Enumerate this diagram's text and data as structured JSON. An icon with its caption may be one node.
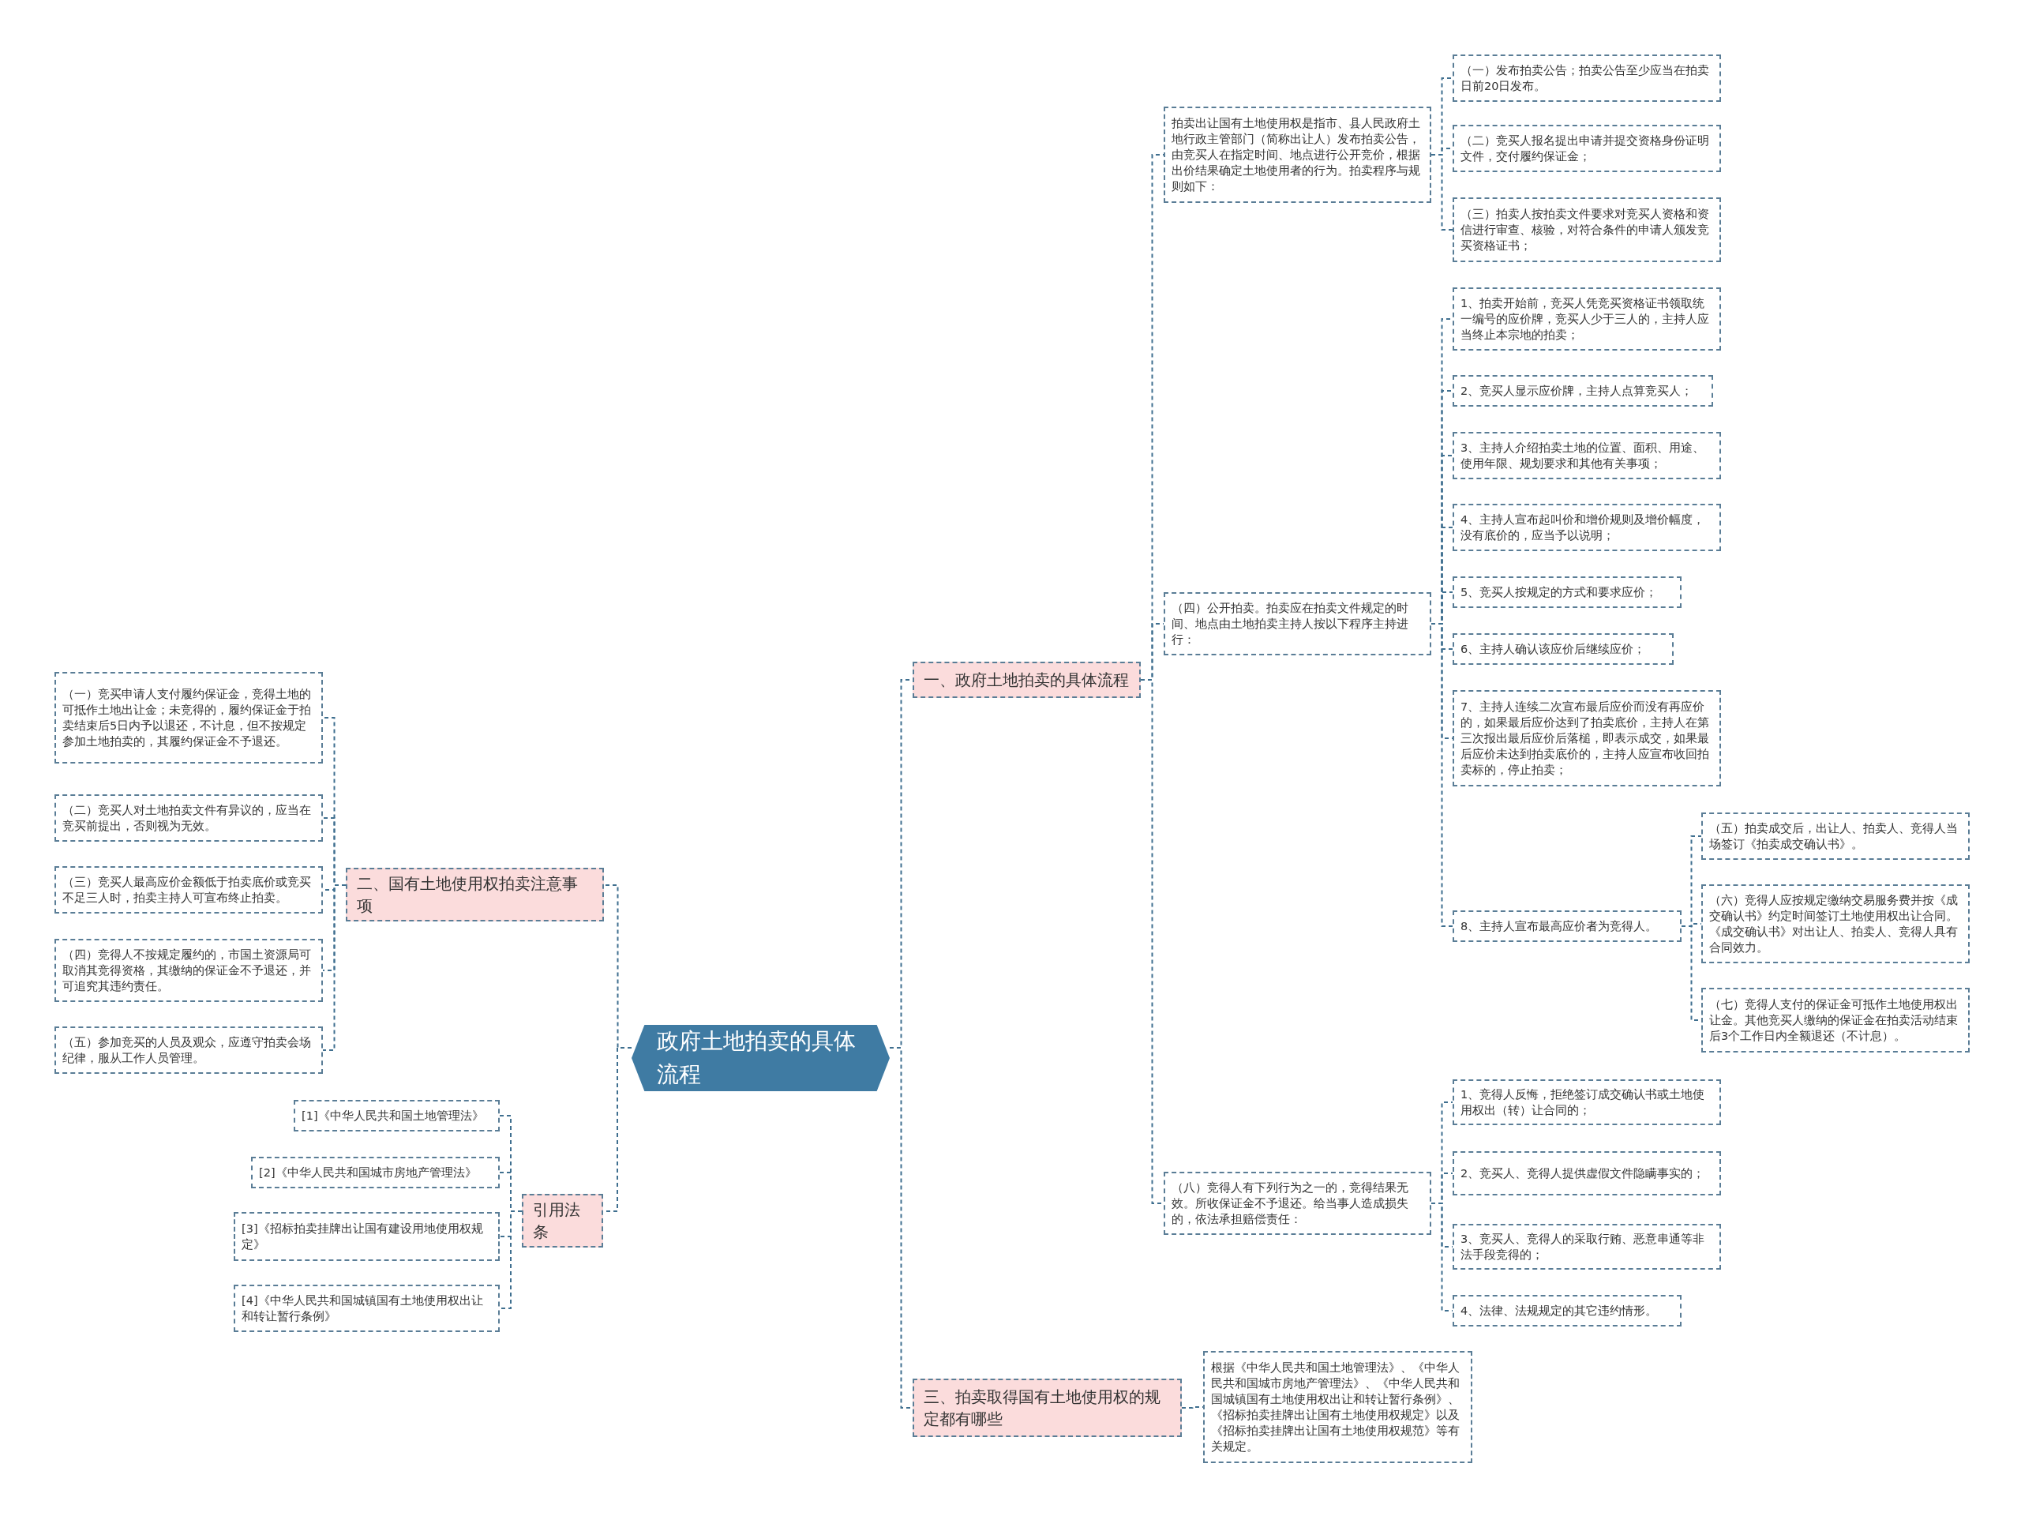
{
  "diagram": {
    "nodes": [
      {
        "text": [
          "政府土地拍卖的具体流程"
        ]
      },
      {
        "text": [
          "一、政府土地拍卖的具体流程"
        ]
      },
      {
        "text": [
          "拍卖出让国有土地使用权是指市、县人民政府土地行政主管部门（简称出让人）发布拍卖公告，由竞买人在指定时间、地点进行公开竞价，根据出价结果确定土地使用者的行为。拍卖程序与规则如下："
        ]
      },
      {
        "text": [
          "（一）发布拍卖公告；拍卖公告至少应当在拍卖日前20日发布。"
        ]
      },
      {
        "text": [
          "（二）竞买人报名提出申请并提交资格身份证明文件，交付履约保证金；"
        ]
      },
      {
        "text": [
          "（三）拍卖人按拍卖文件要求对竞买人资格和资信进行审查、核验，对符合条件的申请人颁发竞买资格证书；"
        ]
      },
      {
        "text": [
          "（四）公开拍卖。拍卖应在拍卖文件规定的时间、地点由土地拍卖主持人按以下程序主持进行："
        ]
      },
      {
        "text": [
          "1、拍卖开始前，竞买人凭竞买资格证书领取统一编号的应价牌，竞买人少于三人的，主持人应当终止本宗地的拍卖；"
        ]
      },
      {
        "text": [
          "2、竞买人显示应价牌，主持人点算竞买人；"
        ]
      },
      {
        "text": [
          "3、主持人介绍拍卖土地的位置、面积、用途、使用年限、规划要求和其他有关事项；"
        ]
      },
      {
        "text": [
          "4、主持人宣布起叫价和增价规则及增价幅度，没有底价的，应当予以说明；"
        ]
      },
      {
        "text": [
          "5、竞买人按规定的方式和要求应价；"
        ]
      },
      {
        "text": [
          "6、主持人确认该应价后继续应价；"
        ]
      },
      {
        "text": [
          "7、主持人连续二次宣布最后应价而没有再应价的，如果最后应价达到了拍卖底价，主持人在第三次报出最后应价后落槌，即表示成交，如果最后应价未达到拍卖底价的，主持人应宣布收回拍卖标的，停止拍卖；"
        ]
      },
      {
        "text": [
          "8、主持人宣布最高应价者为竞得人。"
        ]
      },
      {
        "text": [
          "（五）拍卖成交后，出让人、拍卖人、竞得人当场签订《拍卖成交确认书》。"
        ]
      },
      {
        "text": [
          "（六）竞得人应按规定缴纳交易服务费并按《成交确认书》约定时间签订土地使用权出让合同。《成交确认书》对出让人、拍卖人、竞得人具有合同效力。"
        ]
      },
      {
        "text": [
          "（七）竞得人支付的保证金可抵作土地使用权出让金。其他竞买人缴纳的保证金在拍卖活动结束后3个工作日内全额退还（不计息）。"
        ]
      },
      {
        "text": [
          "（八）竞得人有下列行为之一的，竞得结果无效。所收保证金不予退还。给当事人造成损失的，依法承担赔偿责任："
        ]
      },
      {
        "text": [
          "1、竞得人反悔，拒绝签订成交确认书或土地使用权出（转）让合同的；"
        ]
      },
      {
        "text": [
          "2、竞买人、竞得人提供虚假文件隐瞒事实的；"
        ]
      },
      {
        "text": [
          "3、竞买人、竞得人的采取行贿、恶意串通等非法手段竞得的；"
        ]
      },
      {
        "text": [
          "4、法律、法规规定的其它违约情形。"
        ]
      },
      {
        "text": [
          "三、拍卖取得国有土地使用权的规定都有哪些"
        ]
      },
      {
        "text": [
          "根据《中华人民共和国土地管理法》、《中华人民共和国城市房地产管理法》、《中华人民共和国城镇国有土地使用权出让和转让暂行条例》、《招标拍卖挂牌出让国有土地使用权规定》以及《招标拍卖挂牌出让国有土地使用权规范》等有关规定。"
        ]
      },
      {
        "text": [
          "二、国有土地使用权拍卖注意事项"
        ]
      },
      {
        "text": [
          "（一）竞买申请人支付履约保证金，竞得土地的可抵作土地出让金；未竞得的，履约保证金于拍卖结束后5日内予以退还，不计息，但不按规定参加土地拍卖的，其履约保证金不予退还。"
        ]
      },
      {
        "text": [
          "（二）竞买人对土地拍卖文件有异议的，应当在竞买前提出，否则视为无效。"
        ]
      },
      {
        "text": [
          "（三）竞买人最高应价金额低于拍卖底价或竞买不足三人时，拍卖主持人可宣布终止拍卖。"
        ]
      },
      {
        "text": [
          "（四）竞得人不按规定履约的，市国土资源局可取消其竞得资格，其缴纳的保证金不予退还，并可追究其违约责任。"
        ]
      },
      {
        "text": [
          "（五）参加竞买的人员及观众，应遵守拍卖会场纪律，服从工作人员管理。"
        ]
      },
      {
        "text": [
          "引用法条"
        ]
      },
      {
        "text": [
          "[1]《中华人民共和国土地管理法》"
        ]
      },
      {
        "text": [
          "[2]《中华人民共和国城市房地产管理法》"
        ]
      },
      {
        "text": [
          "[3]《招标拍卖挂牌出让国有建设用地使用权规定》"
        ]
      },
      {
        "text": [
          "[4]《中华人民共和国城镇国有土地使用权出让和转让暂行条例》"
        ]
      }
    ],
    "edges": [
      {
        "from": 0,
        "to": 1,
        "arrow": "none"
      },
      {
        "from": 0,
        "to": 23,
        "arrow": "none"
      },
      {
        "from": 0,
        "to": 25,
        "arrow": "none"
      },
      {
        "from": 0,
        "to": 31,
        "arrow": "none"
      },
      {
        "from": 1,
        "to": 2,
        "arrow": "none"
      },
      {
        "from": 1,
        "to": 6,
        "arrow": "none"
      },
      {
        "from": 1,
        "to": 18,
        "arrow": "none"
      },
      {
        "from": 2,
        "to": 3,
        "arrow": "none"
      },
      {
        "from": 2,
        "to": 4,
        "arrow": "none"
      },
      {
        "from": 2,
        "to": 5,
        "arrow": "none"
      },
      {
        "from": 6,
        "to": 7,
        "arrow": "none"
      },
      {
        "from": 6,
        "to": 8,
        "arrow": "none"
      },
      {
        "from": 6,
        "to": 9,
        "arrow": "none"
      },
      {
        "from": 6,
        "to": 10,
        "arrow": "none"
      },
      {
        "from": 6,
        "to": 11,
        "arrow": "none"
      },
      {
        "from": 6,
        "to": 12,
        "arrow": "none"
      },
      {
        "from": 6,
        "to": 13,
        "arrow": "none"
      },
      {
        "from": 6,
        "to": 14,
        "arrow": "none"
      },
      {
        "from": 14,
        "to": 15,
        "arrow": "none"
      },
      {
        "from": 14,
        "to": 16,
        "arrow": "none"
      },
      {
        "from": 14,
        "to": 17,
        "arrow": "none"
      },
      {
        "from": 18,
        "to": 19,
        "arrow": "none"
      },
      {
        "from": 18,
        "to": 20,
        "arrow": "none"
      },
      {
        "from": 18,
        "to": 21,
        "arrow": "none"
      },
      {
        "from": 18,
        "to": 22,
        "arrow": "none"
      },
      {
        "from": 23,
        "to": 24,
        "arrow": "none"
      },
      {
        "from": 25,
        "to": 26,
        "arrow": "none"
      },
      {
        "from": 25,
        "to": 27,
        "arrow": "none"
      },
      {
        "from": 25,
        "to": 28,
        "arrow": "none"
      },
      {
        "from": 25,
        "to": 29,
        "arrow": "none"
      },
      {
        "from": 25,
        "to": 30,
        "arrow": "none"
      },
      {
        "from": 31,
        "to": 32,
        "arrow": "none"
      },
      {
        "from": 31,
        "to": 33,
        "arrow": "none"
      },
      {
        "from": 31,
        "to": 34,
        "arrow": "none"
      },
      {
        "from": 31,
        "to": 35,
        "arrow": "none"
      }
    ]
  }
}
